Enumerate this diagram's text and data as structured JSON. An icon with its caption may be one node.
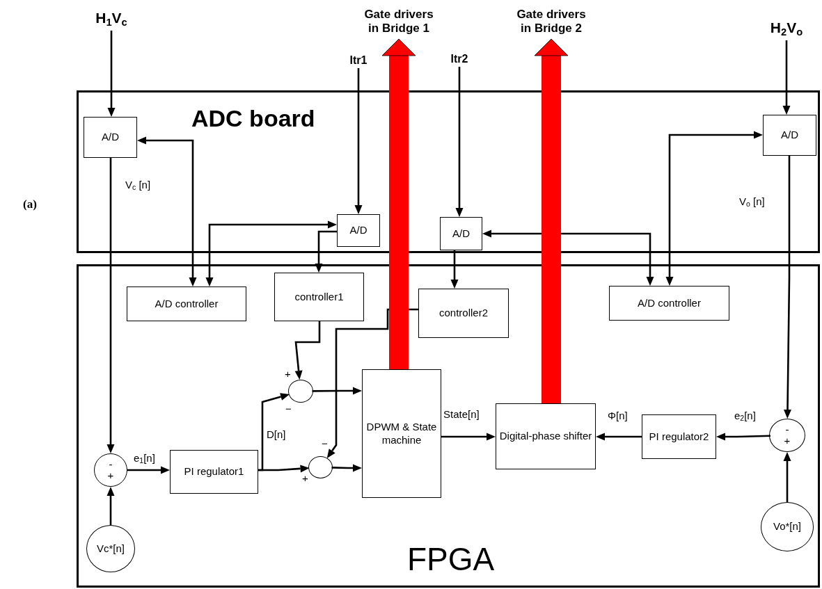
{
  "diagram": {
    "nodes": [
      {
        "text": [
          "H$_{1}$V$_{c}$"
        ]
      },
      {
        "text": [
          "Gate drivers in Bridge 1"
        ]
      },
      {
        "text": [
          "Itr1"
        ]
      },
      {
        "text": [
          "Itr2"
        ]
      },
      {
        "text": [
          "Gate drivers in Bridge 2"
        ]
      },
      {
        "text": [
          "H$_{2}$V$_{o}$"
        ]
      },
      {
        "text": [
          "ADC board"
        ]
      },
      {
        "text": [
          "A/D"
        ],
        "in": 6
      },
      {
        "text": [
          "A/D"
        ],
        "in": 6
      },
      {
        "text": [
          "A/D"
        ],
        "in": 6
      },
      {
        "text": [
          "A/D"
        ],
        "in": 6
      },
      {
        "text": [
          "FPGA"
        ]
      },
      {
        "text": [
          "A/D controller"
        ],
        "in": 11
      },
      {
        "text": [
          "controller1"
        ],
        "in": 11
      },
      {
        "text": [
          "controller2"
        ],
        "in": 11
      },
      {
        "text": [
          "A/D controller"
        ],
        "in": 11
      },
      {
        "text": [
          "-",
          "+"
        ],
        "in": 11
      },
      {
        "text": [
          "PI regulator1"
        ],
        "in": 11
      },
      {
        "text": [],
        "shape": "circle",
        "in": 11
      },
      {
        "text": [],
        "shape": "circle",
        "in": 11
      },
      {
        "text": [
          "DPWM & State machine"
        ],
        "in": 11
      },
      {
        "text": [
          "Digital-phase shifter"
        ],
        "in": 11
      },
      {
        "text": [
          "PI regulator2"
        ],
        "in": 11
      },
      {
        "text": [
          "-",
          "+"
        ],
        "in": 11
      },
      {
        "text": [
          "Vc*[n]"
        ],
        "in": 11
      },
      {
        "text": [
          "Vo*[n]"
        ],
        "in": 11
      }
    ],
    "edges": [
      {
        "from": 0,
        "to": 7,
        "arrow": "to"
      },
      {
        "from": 2,
        "to": 8,
        "arrow": "to"
      },
      {
        "from": 3,
        "to": 9,
        "arrow": "to"
      },
      {
        "from": 5,
        "to": 10,
        "arrow": "to"
      },
      {
        "from": 20,
        "to": 1,
        "arrow": "to",
        "style": "thick",
        "color": "#ff0000"
      },
      {
        "from": 21,
        "to": 4,
        "arrow": "to",
        "style": "thick",
        "color": "#ff0000"
      },
      {
        "from": 7,
        "to": 16,
        "arrow": "to",
        "label": "V$_{c}$ [n]"
      },
      {
        "from": 12,
        "to": 7,
        "arrow": "both"
      },
      {
        "from": 12,
        "to": 8,
        "arrow": "both"
      },
      {
        "from": 8,
        "to": 13,
        "arrow": "to"
      },
      {
        "from": 9,
        "to": 14,
        "arrow": "to"
      },
      {
        "from": 15,
        "to": 9,
        "arrow": "both"
      },
      {
        "from": 15,
        "to": 10,
        "arrow": "both"
      },
      {
        "from": 10,
        "to": 23,
        "arrow": "to",
        "label": "V$_{o}$ [n]"
      },
      {
        "from": 13,
        "to": 18,
        "arrow": "to"
      },
      {
        "from": 14,
        "to": 19,
        "arrow": "to"
      },
      {
        "from": 18,
        "to": 20,
        "arrow": "to"
      },
      {
        "from": 19,
        "to": 20,
        "arrow": "to"
      },
      {
        "from": 16,
        "to": 17,
        "arrow": "to",
        "label": "e$_{1}$[n]"
      },
      {
        "from": 17,
        "to": 18,
        "arrow": "to",
        "label": "D[n]"
      },
      {
        "from": 17,
        "to": 19,
        "arrow": "to"
      },
      {
        "from": 20,
        "to": 21,
        "arrow": "to",
        "label": "State[n]"
      },
      {
        "from": 22,
        "to": 21,
        "arrow": "to",
        "label": "Φ[n]"
      },
      {
        "from": 23,
        "to": 22,
        "arrow": "to",
        "label": "e$_{2}$[n]"
      },
      {
        "from": 24,
        "to": 16,
        "arrow": "to"
      },
      {
        "from": 25,
        "to": 23,
        "arrow": "to"
      }
    ],
    "labels": [
      "(a)",
      "+",
      "−",
      "−",
      "+"
    ]
  }
}
